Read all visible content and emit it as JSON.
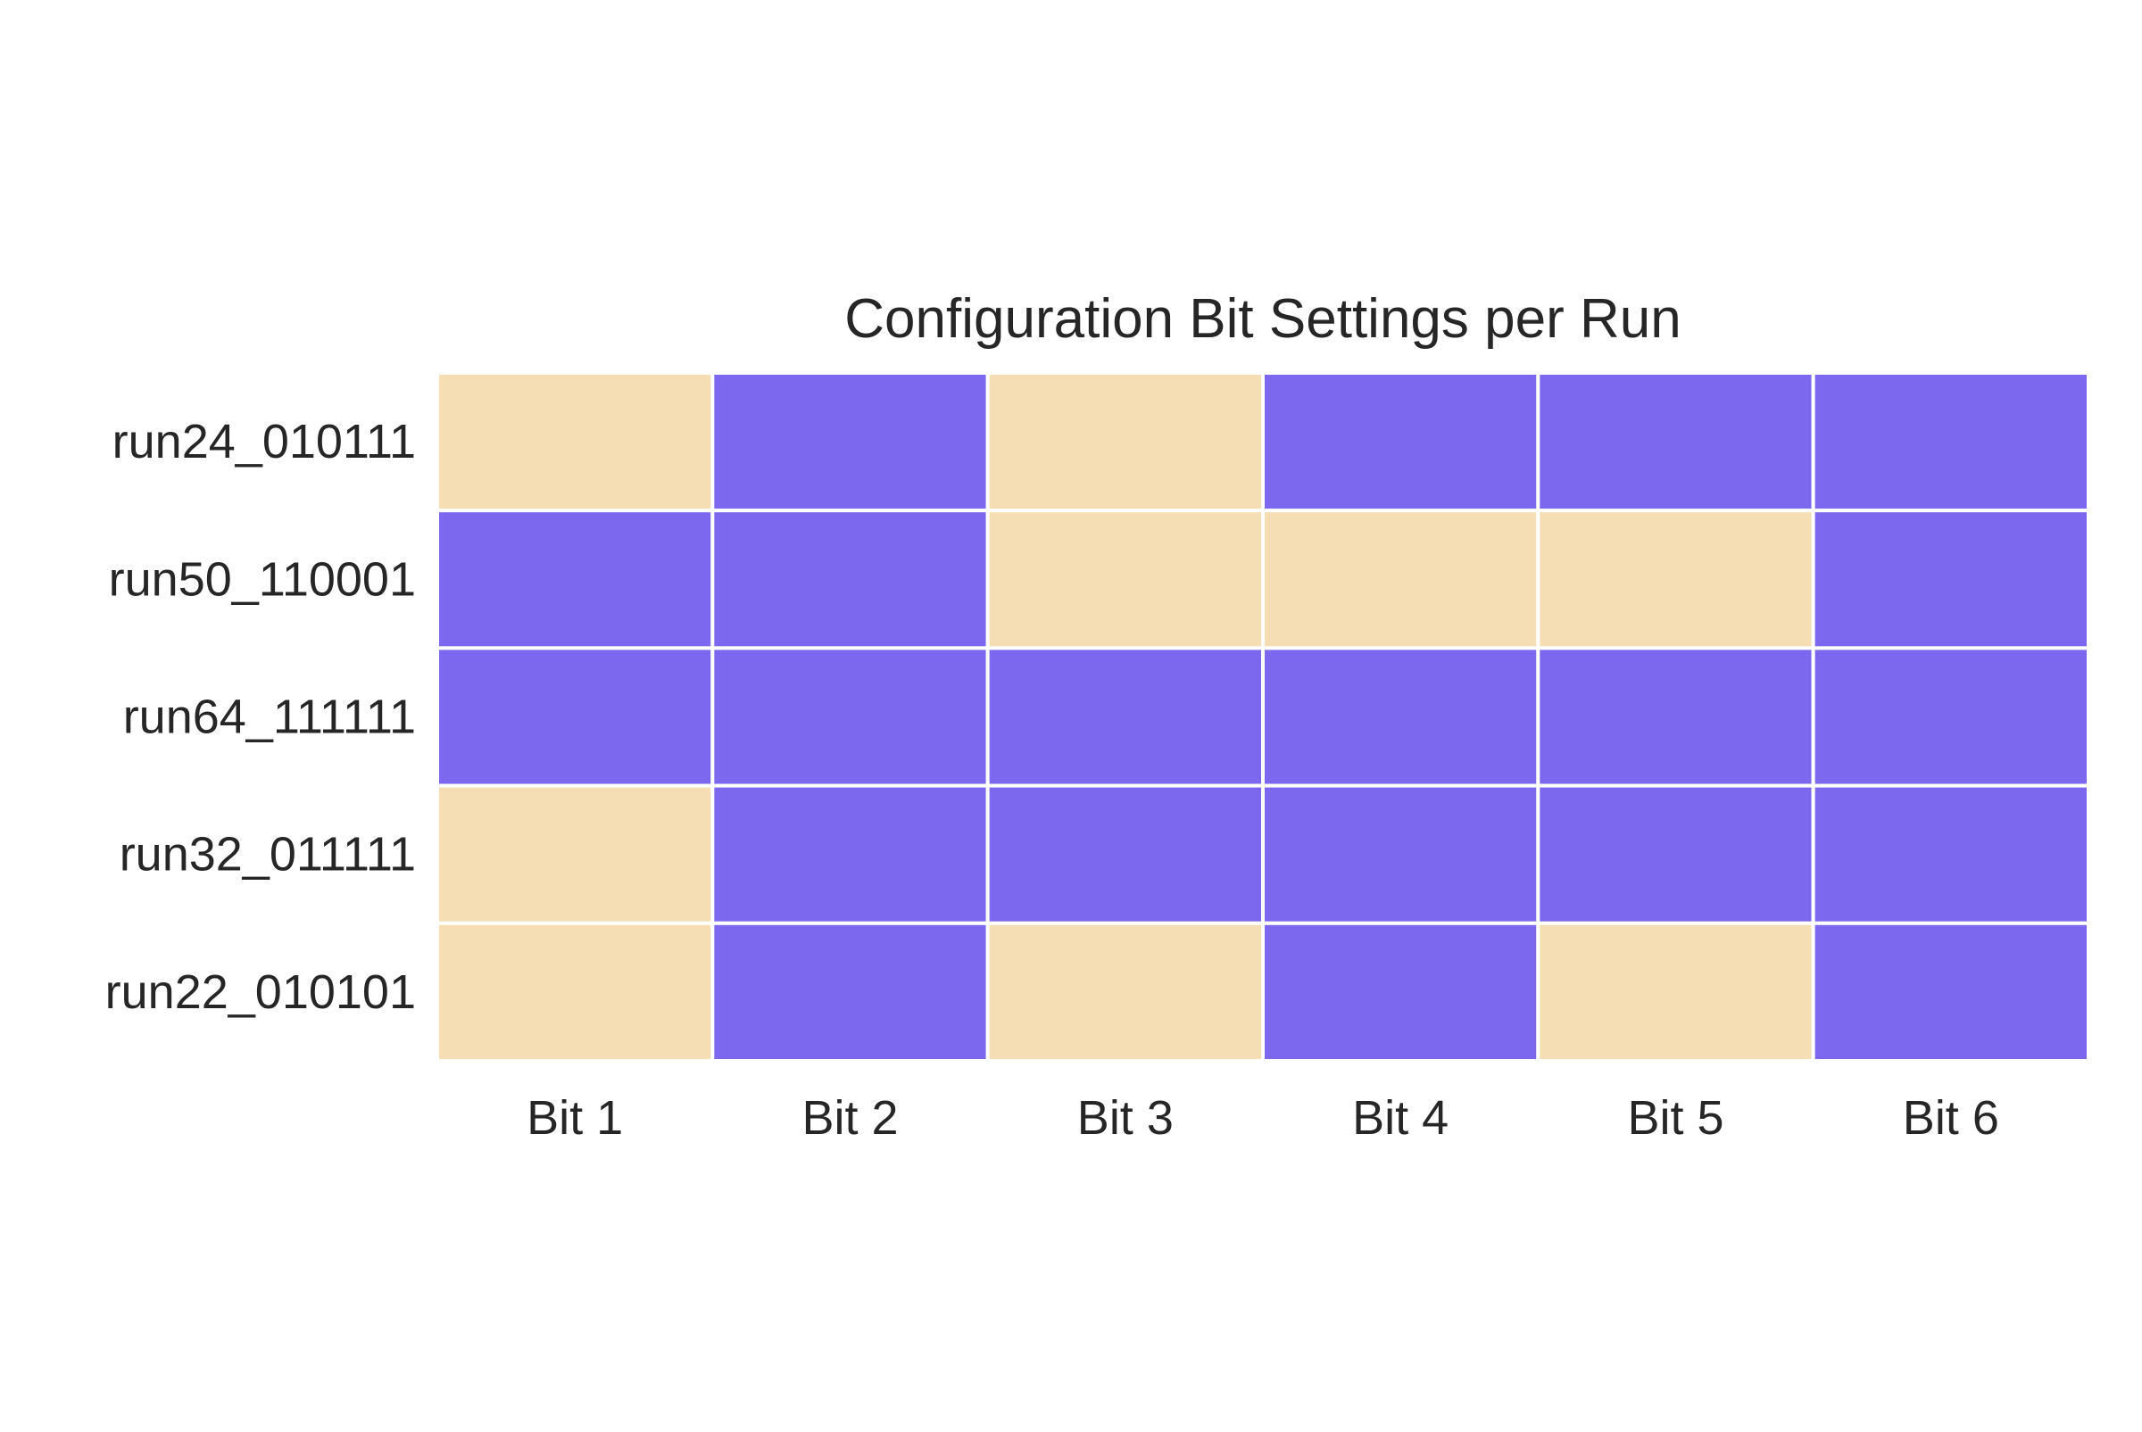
{
  "chart_data": {
    "type": "heatmap",
    "title": "Configuration Bit Settings per Run",
    "xlabel": "",
    "ylabel": "",
    "x_categories": [
      "Bit 1",
      "Bit 2",
      "Bit 3",
      "Bit 4",
      "Bit 5",
      "Bit 6"
    ],
    "y_categories": [
      "run24_010111",
      "run50_110001",
      "run64_111111",
      "run32_011111",
      "run22_010101"
    ],
    "values": [
      [
        0,
        1,
        0,
        1,
        1,
        1
      ],
      [
        1,
        1,
        0,
        0,
        0,
        1
      ],
      [
        1,
        1,
        1,
        1,
        1,
        1
      ],
      [
        0,
        1,
        1,
        1,
        1,
        1
      ],
      [
        0,
        1,
        0,
        1,
        0,
        1
      ]
    ],
    "colors": {
      "0": "#f5deb3",
      "1": "#7b68ee",
      "cell_border": "#ffffff",
      "text": "#262626",
      "background": "#ffffff"
    },
    "grid": false,
    "legend": "none"
  }
}
